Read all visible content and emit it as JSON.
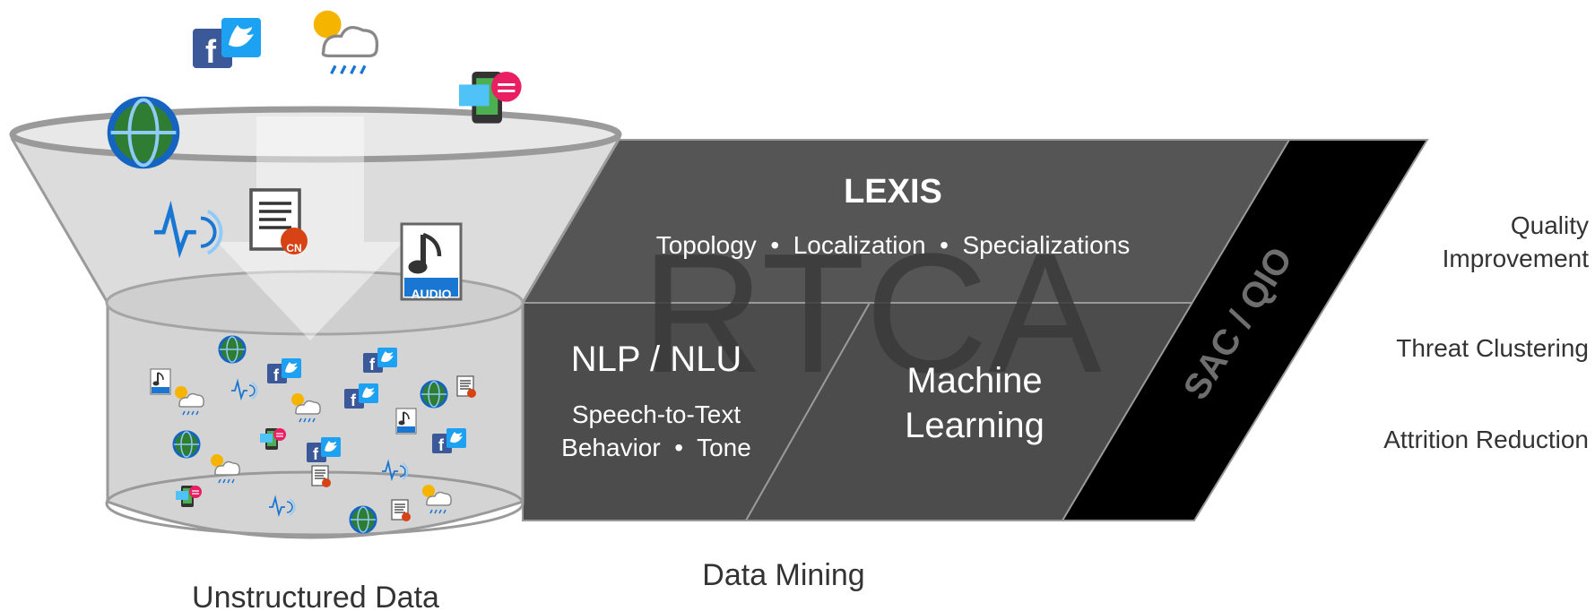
{
  "funnel": {
    "bottom_label": "Unstructured Data",
    "small_badge": "CN",
    "audio_badge": "AUDIO"
  },
  "pipeline": {
    "watermark": "RTCA",
    "lexis_title": "LEXIS",
    "lexis_items": "Topology  •  Localization  •  Specializations",
    "nlp_title": "NLP / NLU",
    "nlp_line1": "Speech-to-Text",
    "nlp_line2": "Behavior  •  Tone",
    "ml_line1": "Machine",
    "ml_line2": "Learning",
    "sac_label": "SAC / QIO",
    "caption": "Data Mining"
  },
  "outcomes": {
    "quality_line1": "Quality",
    "quality_line2": "Improvement",
    "threat": "Threat Clustering",
    "attrition": "Attrition Reduction"
  },
  "colors": {
    "band_top": "#555555",
    "band_bottom": "#4a4a4a",
    "sac": "#000000",
    "funnel_fill": "#d8d8d8",
    "facebook": "#3b5998",
    "twitter": "#1da1f2",
    "sun": "#f5b400"
  }
}
